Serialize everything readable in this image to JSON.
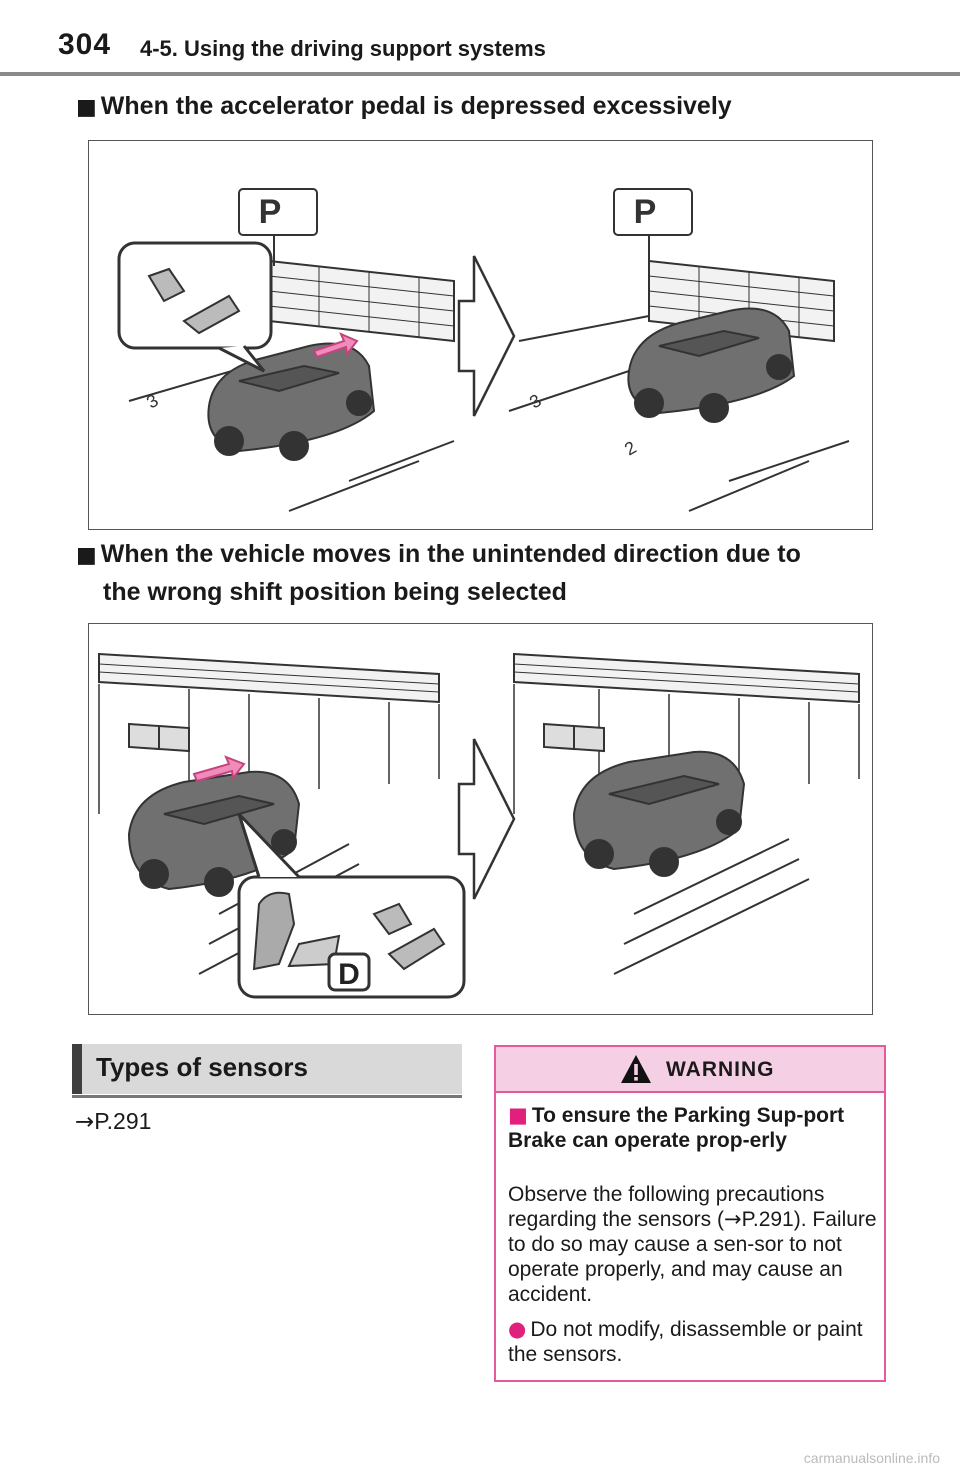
{
  "header": {
    "page_number": "304",
    "section_title": "4-5. Using the driving support systems"
  },
  "section1": {
    "heading": "When the accelerator pedal is depressed excessively",
    "bullet": "■"
  },
  "section2": {
    "heading_line1": "When the vehicle moves in the unintended direction due to",
    "heading_line2": "the wrong shift position being selected",
    "bullet": "■"
  },
  "figure1": {
    "sign_left": "P",
    "sign_right": "P",
    "space_left": "3",
    "space_right_a": "3",
    "space_right_b": "2"
  },
  "figure2": {
    "shift_label": "D"
  },
  "sensors": {
    "heading": "Types of sensors",
    "ref_arrow": "→",
    "ref": "P.291"
  },
  "warning": {
    "title": "WARNING",
    "sub_bullet": "■",
    "sub_heading": "To ensure the Parking Sup-port Brake can operate prop-erly",
    "body_pre": "Observe the following precautions regarding the sensors (",
    "body_arrow": "→",
    "body_post": "P.291). Failure to do so may cause a sen-sor to not operate properly, and may cause an accident.",
    "bullet_marker": "●",
    "bullet_text": "Do not modify, disassemble or paint the sensors.",
    "accent_color": "#e45a9a",
    "header_color": "#f5cfe3"
  },
  "footer": {
    "watermark": "carmanualsonline.info"
  }
}
